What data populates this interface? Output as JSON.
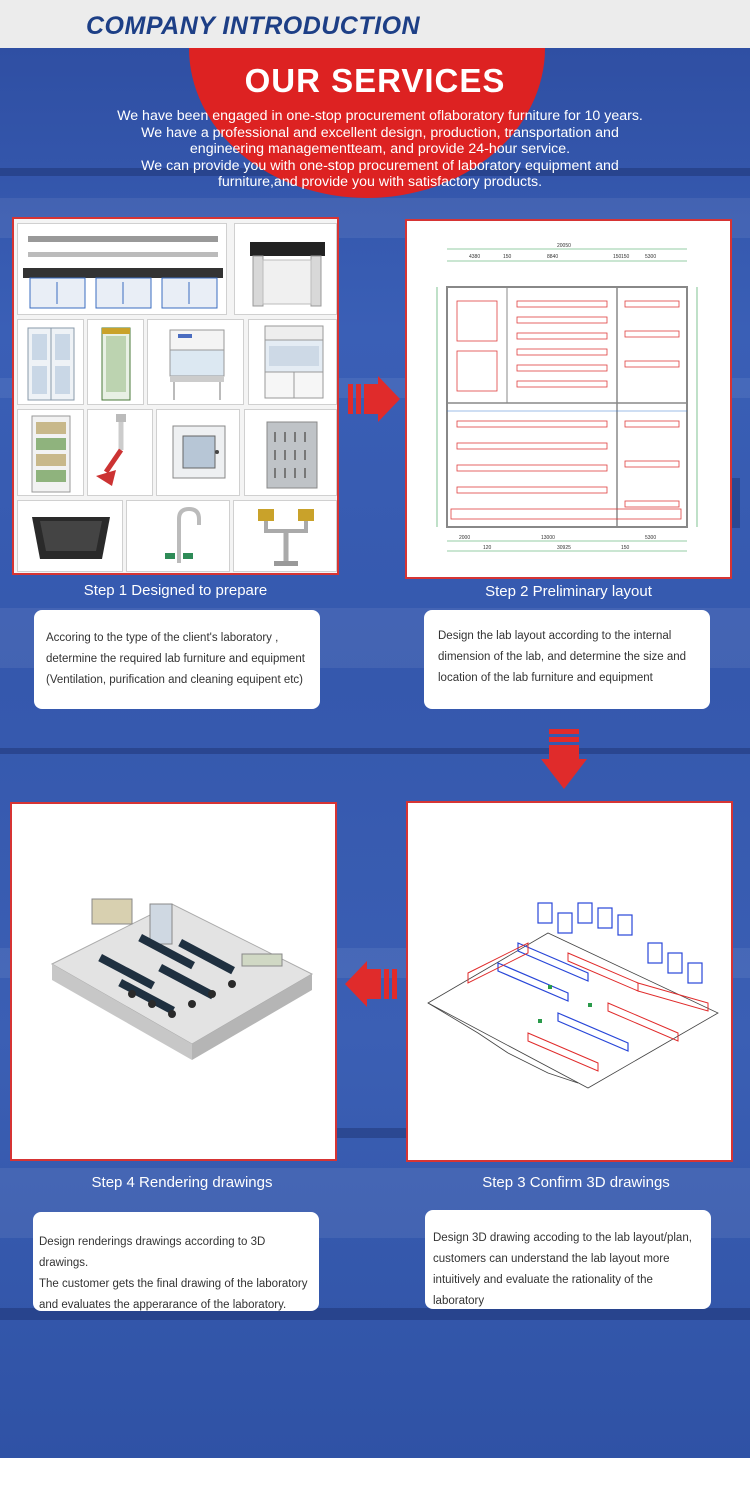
{
  "header": {
    "title": "COMPANY INTRODUCTION"
  },
  "services": {
    "title": "OUR SERVICES",
    "intro": [
      "We have been engaged in one-stop procurement oflaboratory furniture for 10 years.",
      "We have a professional and excellent design, production, transportation and",
      "engineering managementteam, and provide 24-hour service.",
      "We can provide you with one-stop procurement of laboratory equipment and",
      "furniture,and provide you with satisfactory products."
    ]
  },
  "steps": [
    {
      "label": "Step 1 Designed to prepare",
      "desc": [
        "Accoring to the type of the client's laboratory ,",
        "determine the required lab furniture and equipment",
        "(Ventilation, purification and cleaning equipent etc)"
      ]
    },
    {
      "label": "Step 2 Preliminary layout",
      "desc": [
        "Design the lab layout according to the internal",
        "dimension of the lab, and determine the size and",
        "location of the lab furniture and equipment"
      ]
    },
    {
      "label": "Step 3 Confirm 3D drawings",
      "desc": [
        "Design 3D drawing accoding to the lab layout/plan,",
        "customers can understand the lab layout more",
        "intuitively and evaluate the rationality of the laboratory"
      ]
    },
    {
      "label": "Step 4 Rendering drawings",
      "desc": [
        "Design renderings drawings according to 3D drawings.",
        "The customer gets the final  drawing of the laboratory",
        "and evaluates the apperarance of the laboratory."
      ]
    }
  ],
  "floorplan": {
    "dims_top": [
      "4380",
      "150",
      "20050",
      "8840",
      "150",
      "150",
      "5300"
    ],
    "dims_bottom": [
      "2000",
      "120",
      "13000",
      "30925",
      "150",
      "5300"
    ]
  },
  "colors": {
    "accent_red": "#dd2222",
    "brand_blue": "#1d3f86",
    "background_blue": "#3558ad"
  }
}
